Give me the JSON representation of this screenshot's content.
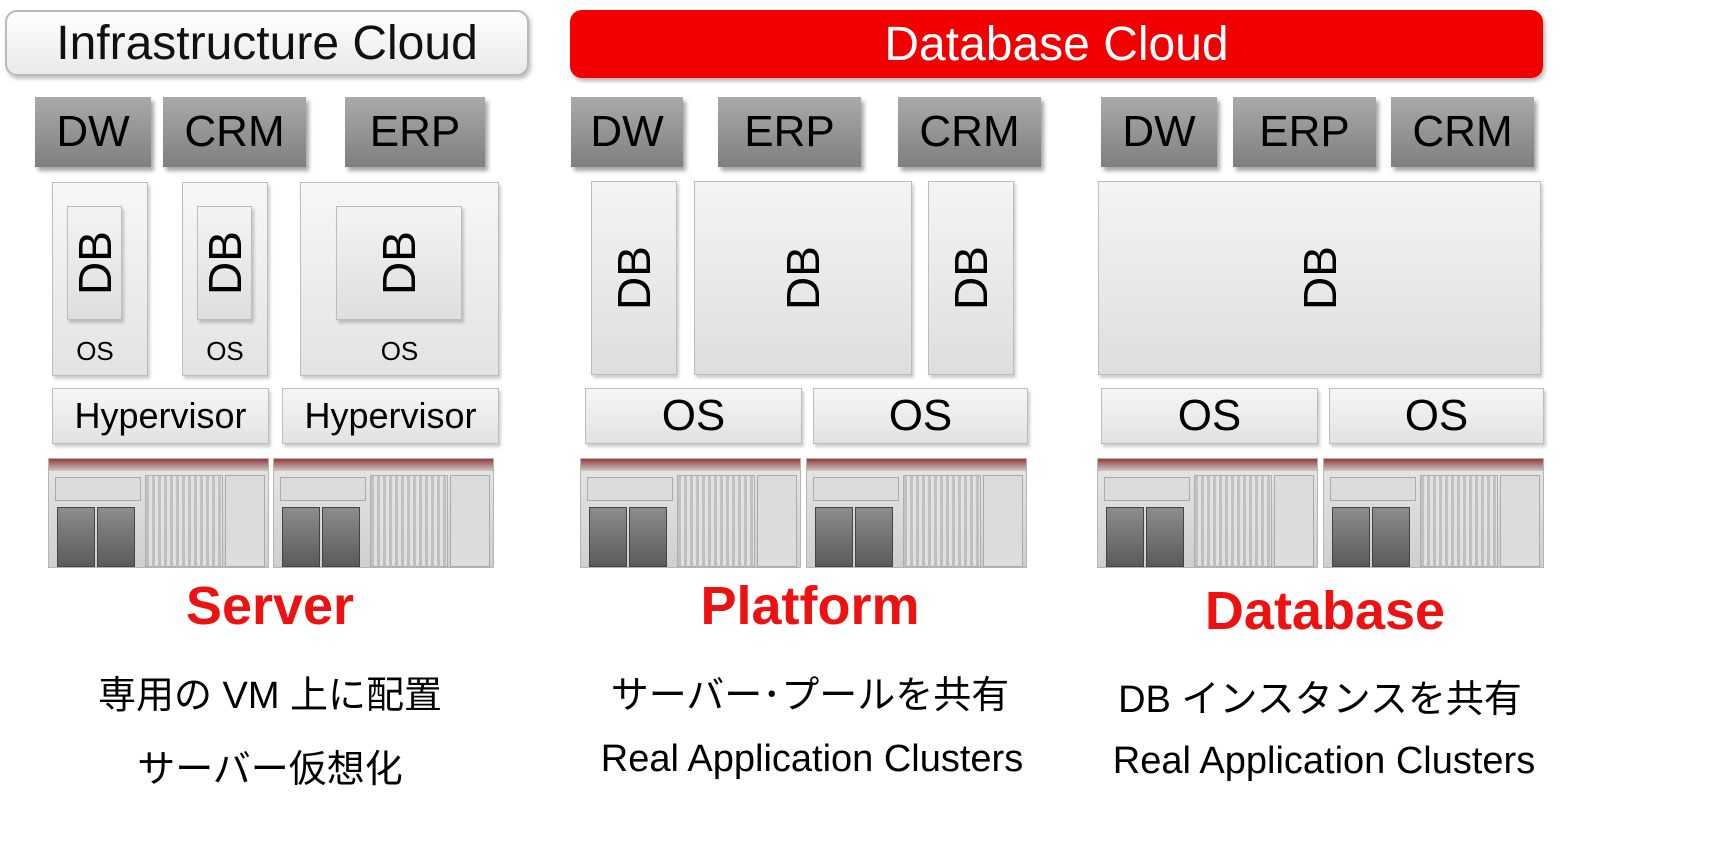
{
  "clouds": {
    "infrastructure": "Infrastructure Cloud",
    "database": "Database Cloud"
  },
  "server_column": {
    "apps": [
      "DW",
      "CRM",
      "ERP"
    ],
    "db_label": "DB",
    "os_label": "OS",
    "hypervisor_label": "Hypervisor",
    "title": "Server",
    "caption_1": "専用の VM 上に配置",
    "caption_2": "サーバー仮想化"
  },
  "platform_column": {
    "apps": [
      "DW",
      "ERP",
      "CRM"
    ],
    "db_label": "DB",
    "os_label": "OS",
    "title": "Platform",
    "caption_1": "サーバー･プールを共有",
    "caption_2": "Real Application Clusters"
  },
  "database_column": {
    "apps": [
      "DW",
      "ERP",
      "CRM"
    ],
    "db_label": "DB",
    "os_label": "OS",
    "title": "Database",
    "caption_1": "DB インスタンスを共有",
    "caption_2": "Real Application Clusters"
  },
  "colors": {
    "accent_red": "#f20000",
    "title_red": "#ee1111"
  }
}
